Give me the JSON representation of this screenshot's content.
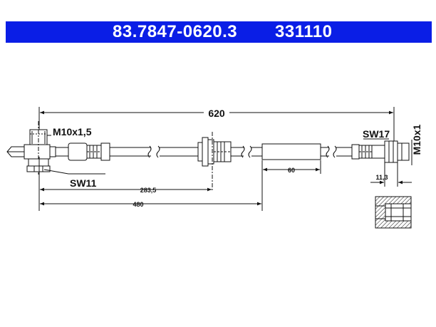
{
  "header": {
    "part_number": "83.7847-0620.3",
    "ref_number": "331110",
    "background_color": "#0a1ee6",
    "text_color": "#ffffff"
  },
  "dimensions": {
    "total_length": "620",
    "thread_left": "M10x1,5",
    "wrench_left": "SW11",
    "wrench_right": "SW17",
    "thread_right": "M10x1",
    "dim_283": "283,5",
    "dim_480": "480",
    "dim_60": "60",
    "dim_11": "11,3"
  },
  "colors": {
    "line": "#111111",
    "hose_fill": "#ffffff"
  }
}
